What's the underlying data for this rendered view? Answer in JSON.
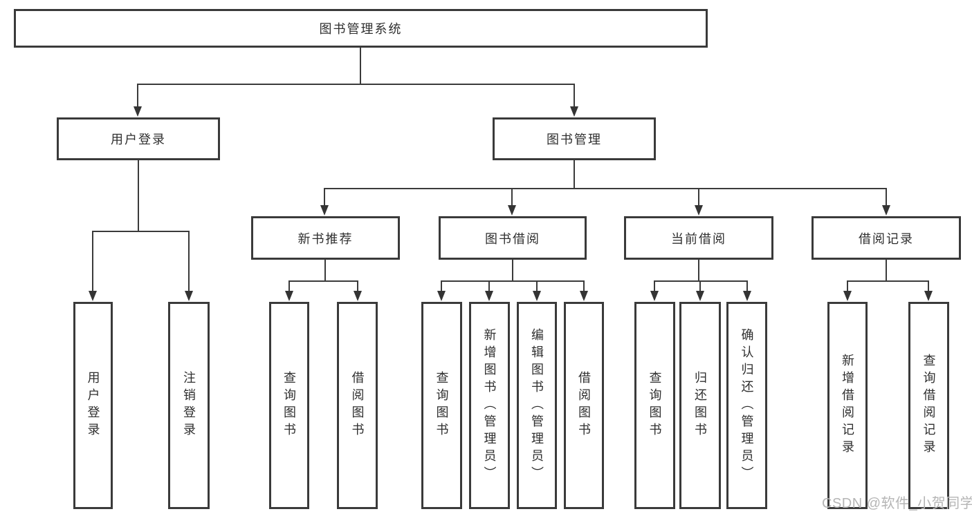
{
  "diagram": {
    "root": {
      "label": "图书管理系统"
    },
    "level2": [
      {
        "label": "用户登录"
      },
      {
        "label": "图书管理"
      }
    ],
    "level3": [
      {
        "label": "新书推荐"
      },
      {
        "label": "图书借阅"
      },
      {
        "label": "当前借阅"
      },
      {
        "label": "借阅记录"
      }
    ],
    "leaves": [
      {
        "label": "用户登录"
      },
      {
        "label": "注销登录"
      },
      {
        "label": "查询图书"
      },
      {
        "label": "借阅图书"
      },
      {
        "label": "查询图书"
      },
      {
        "label": "新增图书（管理员）"
      },
      {
        "label": "编辑图书（管理员）"
      },
      {
        "label": "借阅图书"
      },
      {
        "label": "查询图书"
      },
      {
        "label": "归还图书"
      },
      {
        "label": "确认归还（管理员）"
      },
      {
        "label": "新增借阅记录"
      },
      {
        "label": "查询借阅记录"
      }
    ]
  },
  "watermark": {
    "text": "CSDN @软件_小贺同学"
  },
  "colors": {
    "line": "#3a3a3a",
    "text": "#2f2f2f",
    "watermark": "#b5b5b5",
    "background": "#ffffff"
  }
}
